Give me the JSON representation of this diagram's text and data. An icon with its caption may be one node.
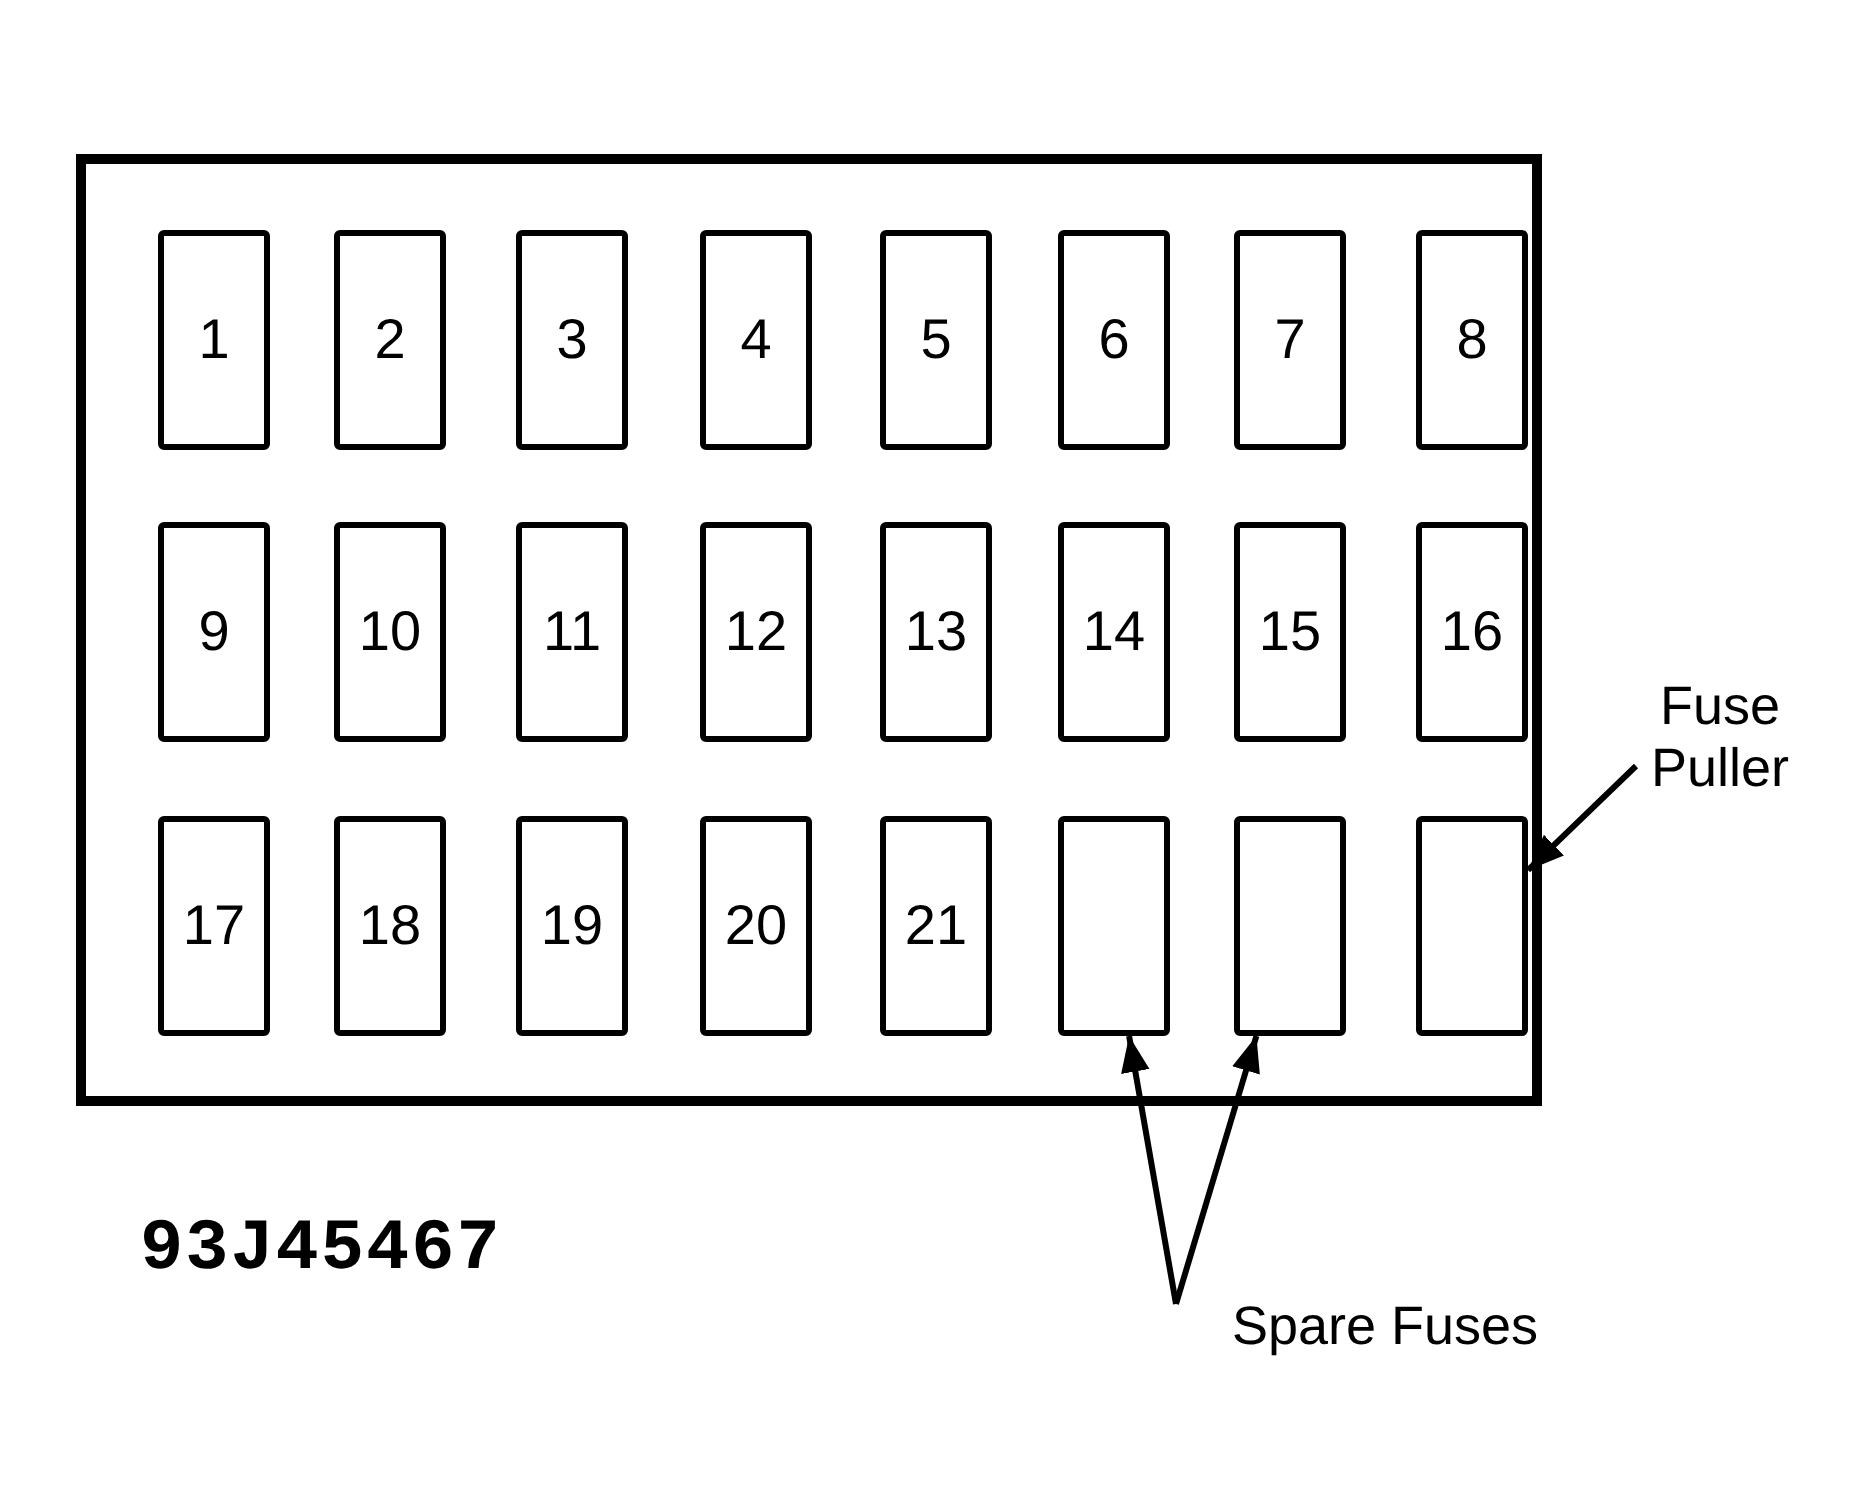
{
  "diagram": {
    "nodes": [
      {
        "text": [],
        "shape": "box"
      },
      {
        "text": [
          "1"
        ],
        "in": 0
      },
      {
        "text": [
          "2"
        ],
        "in": 0
      },
      {
        "text": [
          "3"
        ],
        "in": 0
      },
      {
        "text": [
          "4"
        ],
        "in": 0
      },
      {
        "text": [
          "5"
        ],
        "in": 0
      },
      {
        "text": [
          "6"
        ],
        "in": 0
      },
      {
        "text": [
          "7"
        ],
        "in": 0
      },
      {
        "text": [
          "8"
        ],
        "in": 0
      },
      {
        "text": [
          "9"
        ],
        "in": 0
      },
      {
        "text": [
          "10"
        ],
        "in": 0
      },
      {
        "text": [
          "11"
        ],
        "in": 0
      },
      {
        "text": [
          "12"
        ],
        "in": 0
      },
      {
        "text": [
          "13"
        ],
        "in": 0
      },
      {
        "text": [
          "14"
        ],
        "in": 0
      },
      {
        "text": [
          "15"
        ],
        "in": 0
      },
      {
        "text": [
          "16"
        ],
        "in": 0
      },
      {
        "text": [
          "17"
        ],
        "in": 0
      },
      {
        "text": [
          "18"
        ],
        "in": 0
      },
      {
        "text": [
          "19"
        ],
        "in": 0
      },
      {
        "text": [
          "20"
        ],
        "in": 0
      },
      {
        "text": [
          "21"
        ],
        "in": 0
      },
      {
        "text": [],
        "shape": "box",
        "in": 0
      },
      {
        "text": [],
        "shape": "box",
        "in": 0
      },
      {
        "text": [],
        "shape": "box",
        "in": 0
      },
      {
        "text": [
          "Fuse Puller"
        ]
      },
      {
        "text": [
          "Spare Fuses"
        ]
      }
    ],
    "edges": [
      {
        "from": 25,
        "to": 24,
        "arrow": "to"
      },
      {
        "from": 26,
        "to": 22,
        "arrow": "to"
      },
      {
        "from": 26,
        "to": 23,
        "arrow": "to"
      }
    ],
    "labels": [
      "93J45467"
    ]
  }
}
